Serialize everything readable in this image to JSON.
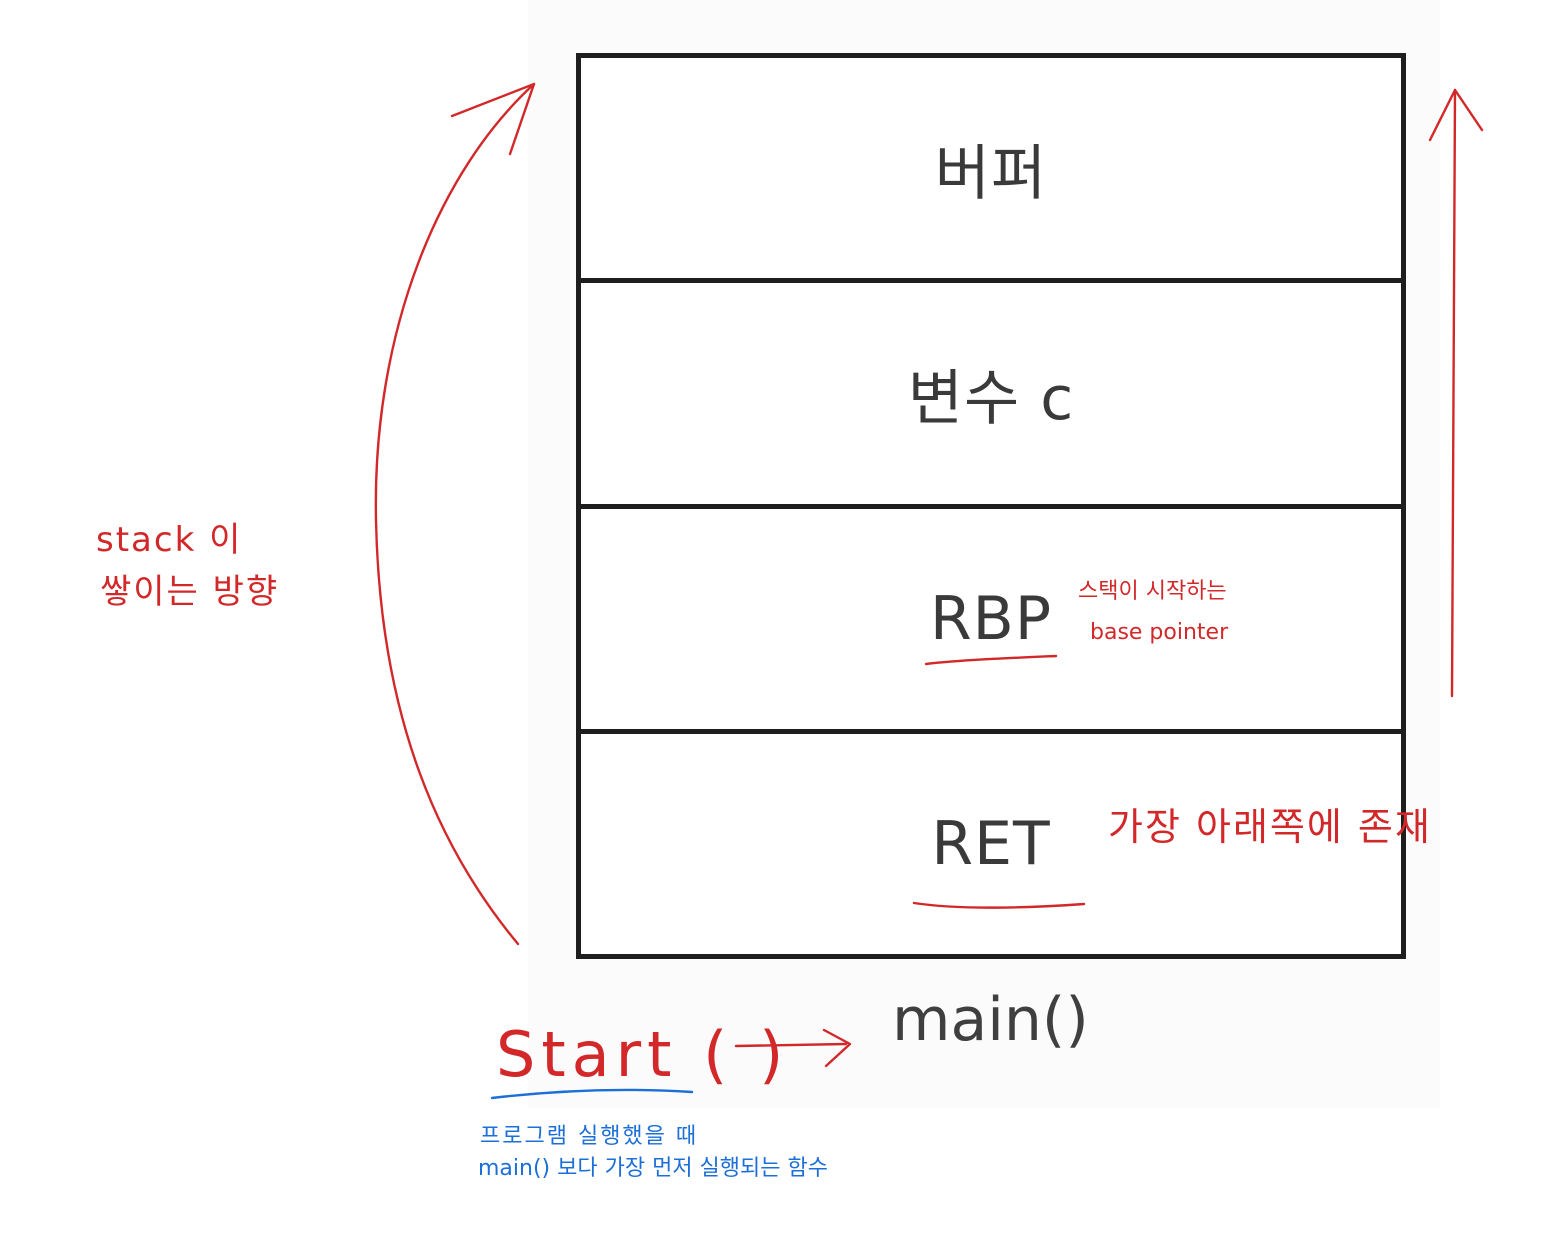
{
  "stack": {
    "cells": [
      {
        "label": "버퍼"
      },
      {
        "label": "변수 c"
      },
      {
        "label": "RBP"
      },
      {
        "label": "RET"
      }
    ],
    "bottom_label": "main()"
  },
  "annotations": {
    "stack_direction_line1": "stack 이",
    "stack_direction_line2": "쌓이는 방향",
    "rbp_note_line1": "스택이 시작하는",
    "rbp_note_line2": "base pointer",
    "ret_note": "가장 아래쪽에 존재",
    "start_label": "Start ( )",
    "start_note_line1": "프로그램 실행했을 때",
    "start_note_line2": "main() 보다 가장 먼저 실행되는 함수"
  },
  "colors": {
    "ink_red": "#d3282a",
    "ink_blue": "#1c6fd8",
    "box_border": "#1e1e1e",
    "printed_text": "#3a3a3a"
  }
}
